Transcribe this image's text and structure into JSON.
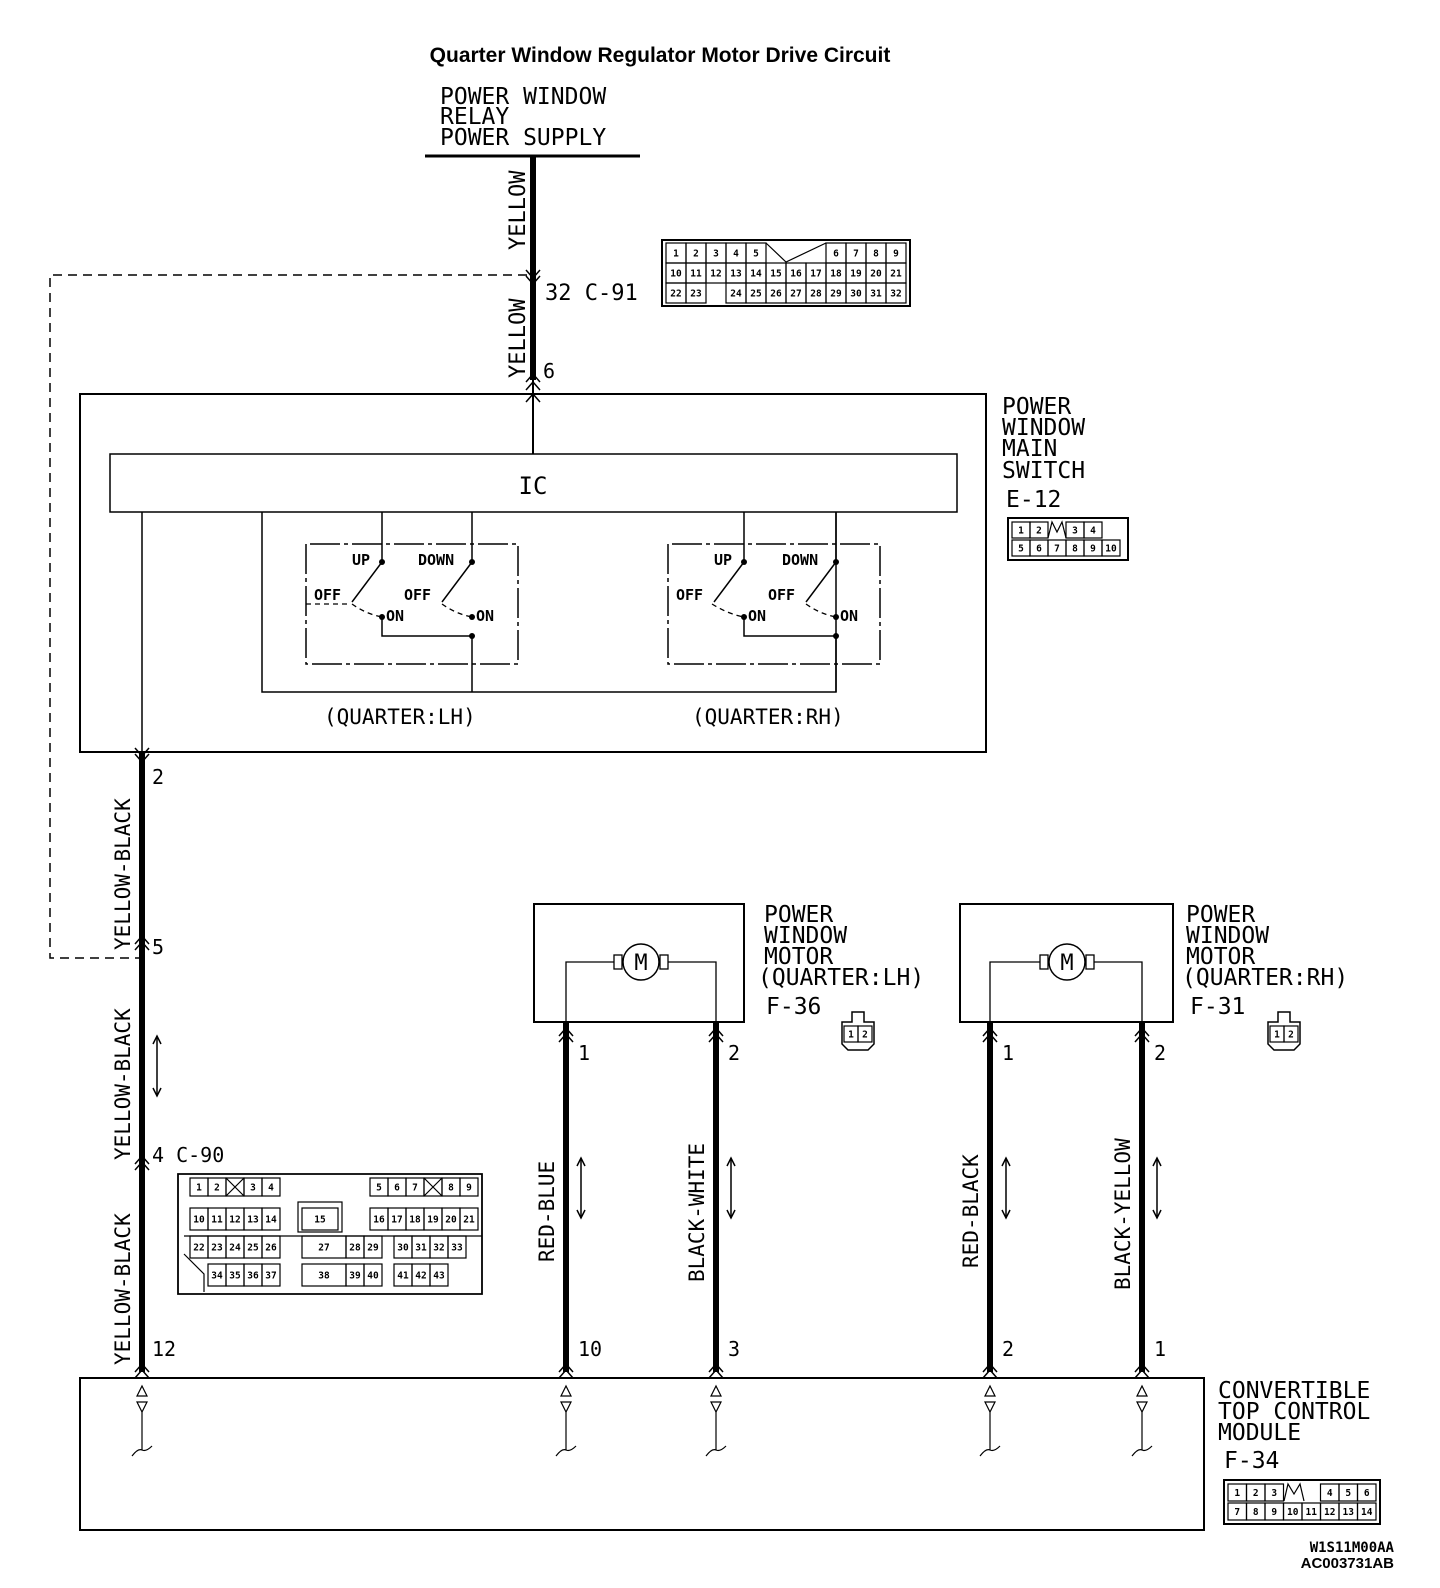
{
  "title": "Quarter Window Regulator Motor Drive Circuit",
  "supply": {
    "lines": [
      "POWER WINDOW",
      "RELAY",
      "POWER SUPPLY"
    ]
  },
  "wires": {
    "yellow_upper": "YELLOW",
    "yellow_lower": "YELLOW",
    "yb_1": "YELLOW-BLACK",
    "yb_2": "YELLOW-BLACK",
    "yb_3": "YELLOW-BLACK",
    "red_blue": "RED-BLUE",
    "black_white": "BLACK-WHITE",
    "red_black": "RED-BLACK",
    "black_yellow": "BLACK-YELLOW"
  },
  "connectors": {
    "c91": {
      "label": "32 C-91",
      "pin": "6"
    },
    "c90": {
      "label": "4 C-90",
      "pin_top": "2",
      "pin_mid": "5",
      "pin_bot": "12"
    },
    "e12": "E-12",
    "f36": "F-36",
    "f31": "F-31",
    "f34": "F-34"
  },
  "switch": {
    "name_lines": [
      "POWER",
      "WINDOW",
      "MAIN",
      "SWITCH"
    ],
    "ic": "IC",
    "up": "UP",
    "down": "DOWN",
    "off": "OFF",
    "on": "ON",
    "lh": "(QUARTER:LH)",
    "rh": "(QUARTER:RH)"
  },
  "motor_lh": {
    "lines": [
      "POWER",
      "WINDOW",
      "MOTOR",
      "(QUARTER:LH)"
    ],
    "pin1": "1",
    "pin2": "2",
    "symbol": "M"
  },
  "motor_rh": {
    "lines": [
      "POWER",
      "WINDOW",
      "MOTOR",
      "(QUARTER:RH)"
    ],
    "pin1": "1",
    "pin2": "2",
    "symbol": "M"
  },
  "module": {
    "lines": [
      "CONVERTIBLE",
      "TOP CONTROL",
      "MODULE"
    ],
    "pins": [
      "10",
      "3",
      "2",
      "1"
    ]
  },
  "codes": [
    "W1S11M00AA",
    "AC003731AB"
  ],
  "pin_grids": {
    "c91": [
      [
        "1",
        "2",
        "3",
        "4",
        "5",
        "",
        "",
        "",
        "6",
        "7",
        "8",
        "9"
      ],
      [
        "10",
        "11",
        "12",
        "13",
        "14",
        "15",
        "16",
        "17",
        "18",
        "19",
        "20",
        "21"
      ],
      [
        "22",
        "23",
        "",
        "24",
        "25",
        "26",
        "27",
        "28",
        "29",
        "30",
        "31",
        "32"
      ]
    ],
    "e12": [
      [
        "1",
        "2",
        "",
        "3",
        "4"
      ],
      [
        "5",
        "6",
        "7",
        "8",
        "9",
        "10"
      ]
    ],
    "f36": [
      "1",
      "2"
    ],
    "f31": [
      "1",
      "2"
    ],
    "f34": [
      [
        "1",
        "2",
        "3",
        "",
        "4",
        "5",
        "6"
      ],
      [
        "7",
        "8",
        "9",
        "10",
        "11",
        "12",
        "13",
        "14"
      ]
    ],
    "c90": {
      "row1_left": [
        "1",
        "2",
        "",
        "3",
        "4"
      ],
      "row1_right": [
        "5",
        "6",
        "7",
        "",
        "8",
        "9"
      ],
      "row2_left": [
        "10",
        "11",
        "12",
        "13",
        "14"
      ],
      "row2_mid": "15",
      "row2_right": [
        "16",
        "17",
        "18",
        "19",
        "20",
        "21"
      ],
      "row3_left": [
        "22",
        "23",
        "24",
        "25",
        "26"
      ],
      "row3_mid": "27",
      "row3_mid2": [
        "28",
        "29"
      ],
      "row3_right": [
        "30",
        "31",
        "32",
        "33"
      ],
      "row4_left": [
        "34",
        "35",
        "36",
        "37"
      ],
      "row4_mid": "38",
      "row4_mid2": [
        "39",
        "40"
      ],
      "row4_right": [
        "41",
        "42",
        "43"
      ]
    }
  }
}
